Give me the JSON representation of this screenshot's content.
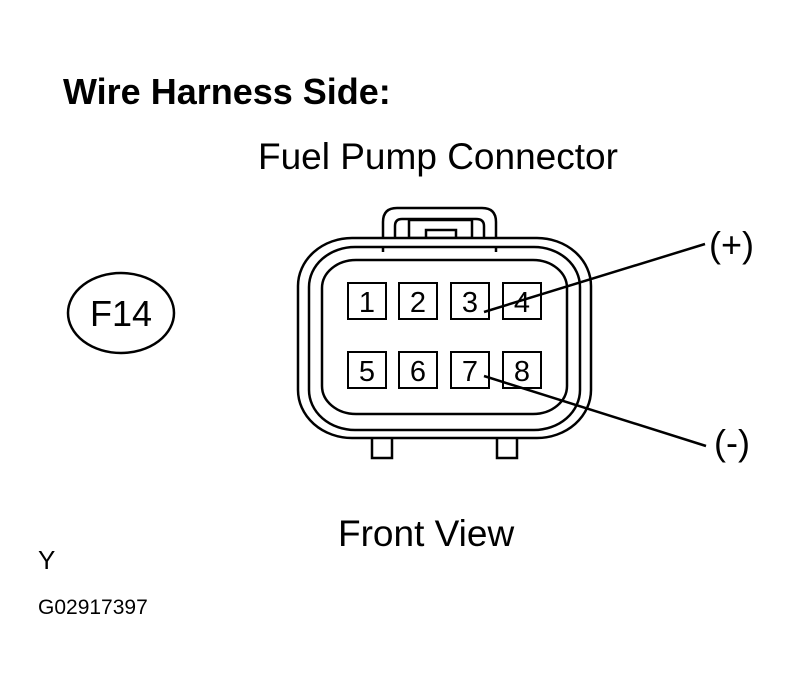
{
  "title": "Wire Harness Side:",
  "connector_name": "Fuel Pump Connector",
  "connector_id": "F14",
  "pins": [
    "1",
    "2",
    "3",
    "4",
    "5",
    "6",
    "7",
    "8"
  ],
  "terminal_plus": "(+)",
  "terminal_minus": "(-)",
  "view_label": "Front View",
  "code_letter": "Y",
  "figure_code": "G02917397"
}
